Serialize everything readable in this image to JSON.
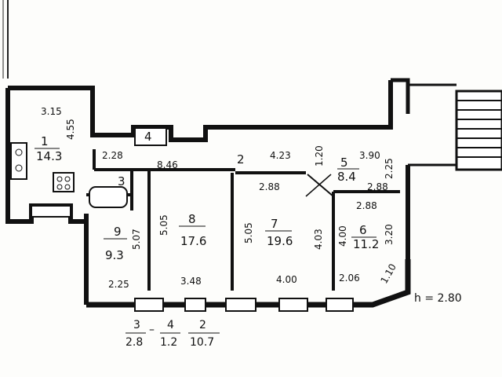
{
  "rooms": [
    {
      "id": "r1",
      "number": "1",
      "area": "14.3"
    },
    {
      "id": "r2",
      "number": "2"
    },
    {
      "id": "r3",
      "number": "3"
    },
    {
      "id": "r4",
      "number": "4"
    },
    {
      "id": "r5",
      "number": "5",
      "area": "8.4"
    },
    {
      "id": "r6",
      "number": "6",
      "area": "11.2"
    },
    {
      "id": "r7",
      "number": "7",
      "area": "19.6"
    },
    {
      "id": "r8",
      "number": "8",
      "area": "17.6"
    },
    {
      "id": "r9",
      "number": "9",
      "area": "9.3"
    }
  ],
  "dimensions": [
    "3.15",
    "4.55",
    "2.28",
    "8.46",
    "4.23",
    "1.20",
    "3.90",
    "2.25",
    "2.88",
    "2.88",
    "2.88",
    "3.20",
    "5.05",
    "5.07",
    "5.05",
    "4.03",
    "4.00",
    "1.10",
    "2.25",
    "3.48",
    "4.00",
    "2.06"
  ],
  "ceiling_height": "h = 2.80",
  "legend": [
    {
      "number": "3",
      "area": "2.8"
    },
    {
      "number": "4",
      "area": "1.2"
    },
    {
      "number": "2",
      "area": "10.7"
    }
  ],
  "legend_sep": "–"
}
